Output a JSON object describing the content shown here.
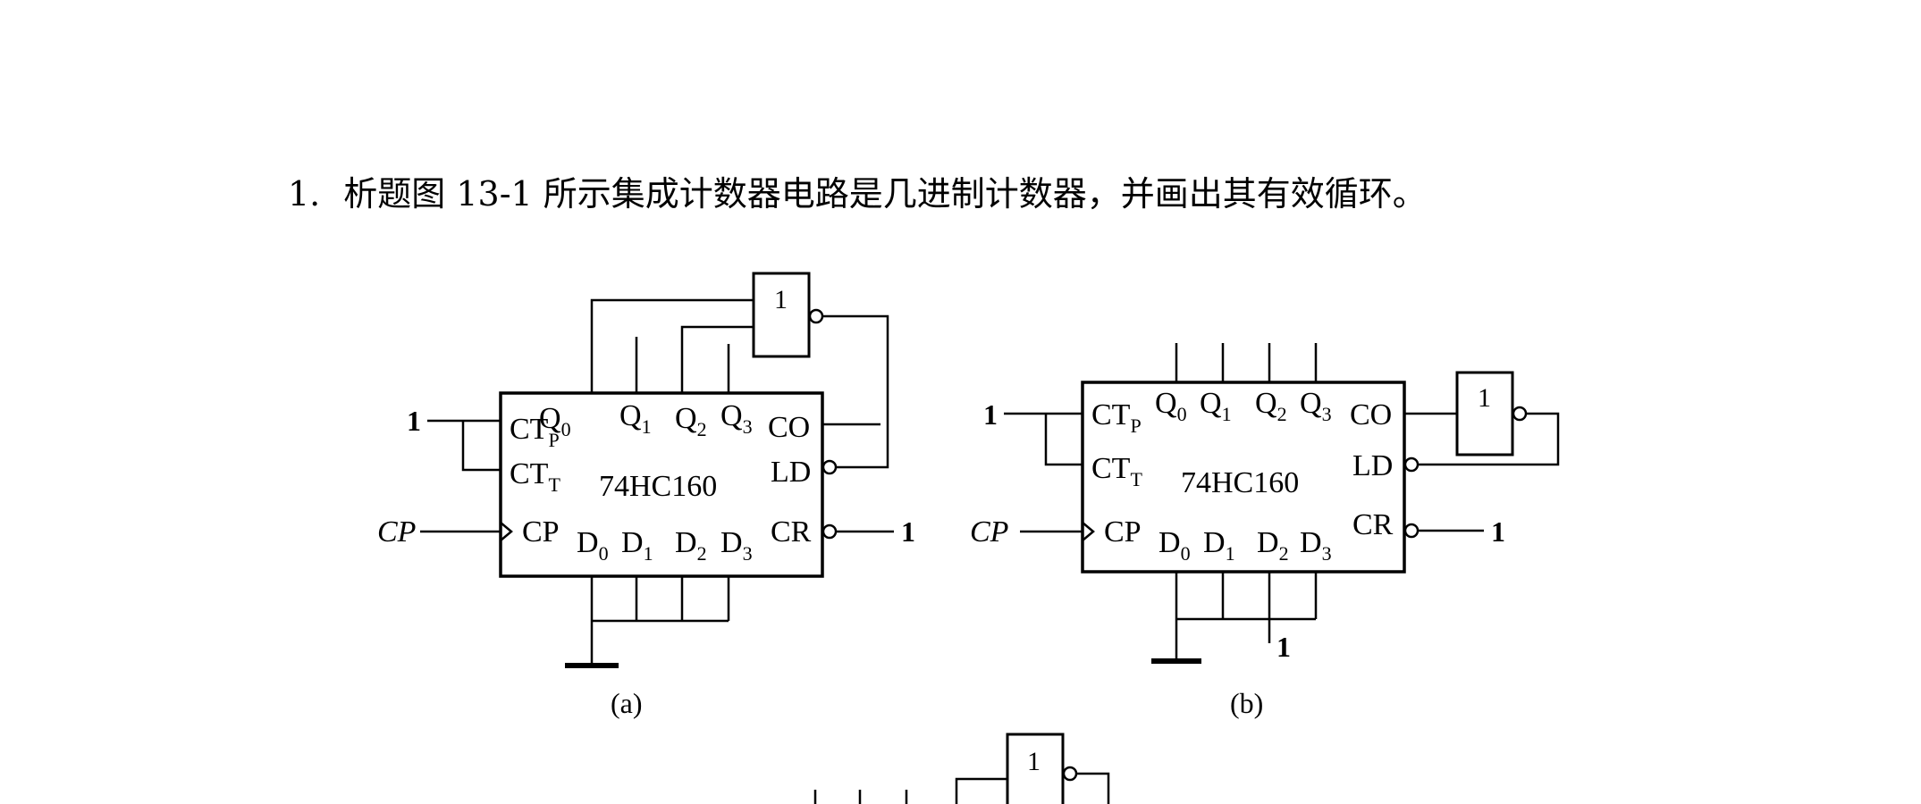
{
  "question": {
    "number": "1.",
    "text": "析题图 13-1 所示集成计数器电路是几进制计数器，并画出其有效循环。"
  },
  "chip": {
    "name": "74HC160",
    "pins": {
      "ctp": "CT",
      "ctp_sub": "P",
      "ctt": "CT",
      "ctt_sub": "T",
      "cp": "CP",
      "q0": "Q",
      "q0_sub": "0",
      "q1": "Q",
      "q1_sub": "1",
      "q2": "Q",
      "q2_sub": "2",
      "q3": "Q",
      "q3_sub": "3",
      "co": "CO",
      "ld": "LD",
      "cr": "CR",
      "d0": "D",
      "d0_sub": "0",
      "d1": "D",
      "d1_sub": "1",
      "d2": "D",
      "d2_sub": "2",
      "d3": "D",
      "d3_sub": "3"
    }
  },
  "gate_label": "1",
  "logic_one": "1",
  "clock_input": "CP",
  "captions": {
    "a": "(a)",
    "b": "(b)"
  },
  "icons": {
    "ground": "ground-icon",
    "not_gate": "not-gate-icon"
  }
}
